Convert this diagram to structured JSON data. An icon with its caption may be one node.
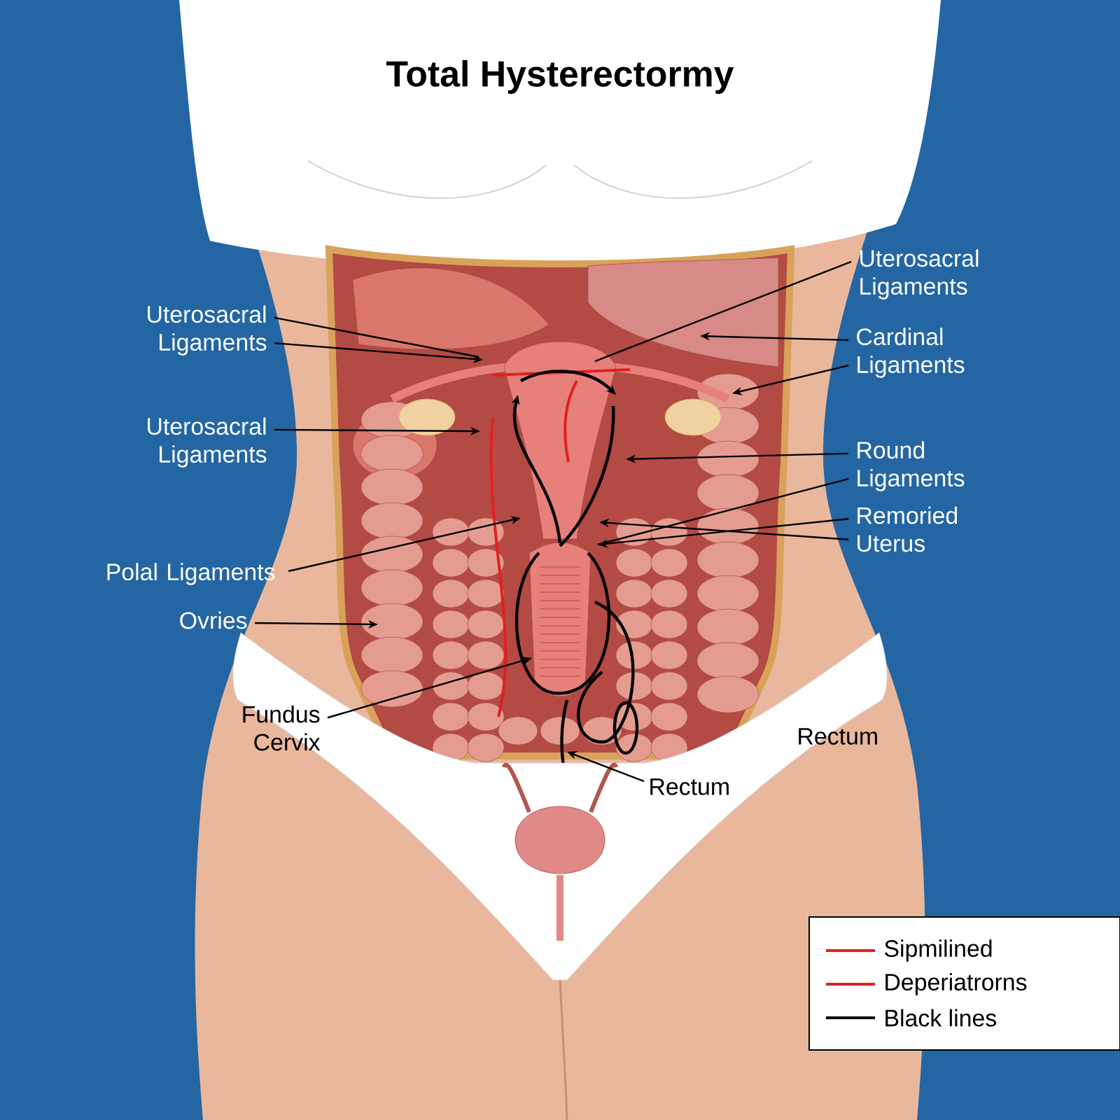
{
  "diagram": {
    "title": "Total Hysterectormy",
    "nodes": [
      {
        "text": [
          "Uterosacral Ligaments"
        ]
      },
      {
        "text": [
          "Uterosacral Ligaments"
        ]
      },
      {
        "text": [
          "Polal Ligaments"
        ]
      },
      {
        "text": [
          "Ovries"
        ]
      },
      {
        "text": [
          "Fundus Cervix"
        ]
      },
      {
        "text": [
          "Uterosacral Ligaments"
        ]
      },
      {
        "text": [
          "Cardinal Ligaments"
        ]
      },
      {
        "text": [
          "Round Ligaments"
        ]
      },
      {
        "text": [
          "Remoried Uterus"
        ]
      },
      {
        "text": [
          "Rectum"
        ]
      }
    ],
    "edges": [
      {
        "from": 0,
        "to": null,
        "arrow": "none"
      },
      {
        "from": 0,
        "to": null,
        "arrow": "to"
      },
      {
        "from": 1,
        "to": null,
        "arrow": "to"
      },
      {
        "from": 2,
        "to": null,
        "arrow": "to"
      },
      {
        "from": 3,
        "to": null,
        "arrow": "to"
      },
      {
        "from": 4,
        "to": null,
        "arrow": "to"
      },
      {
        "from": 5,
        "to": null,
        "arrow": "none"
      },
      {
        "from": 6,
        "to": null,
        "arrow": "to"
      },
      {
        "from": 6,
        "to": null,
        "arrow": "to"
      },
      {
        "from": 7,
        "to": null,
        "arrow": "to"
      },
      {
        "from": 7,
        "to": null,
        "arrow": "none"
      },
      {
        "from": 8,
        "to": null,
        "arrow": "to"
      },
      {
        "from": 8,
        "to": null,
        "arrow": "to"
      },
      {
        "from": 9,
        "to": null,
        "arrow": "to"
      }
    ],
    "labels": [
      "Rectum"
    ],
    "legend": [
      {
        "text": "Sipmilined"
      },
      {
        "text": "Deperiatrorns"
      },
      {
        "text": "Black lines"
      }
    ]
  }
}
